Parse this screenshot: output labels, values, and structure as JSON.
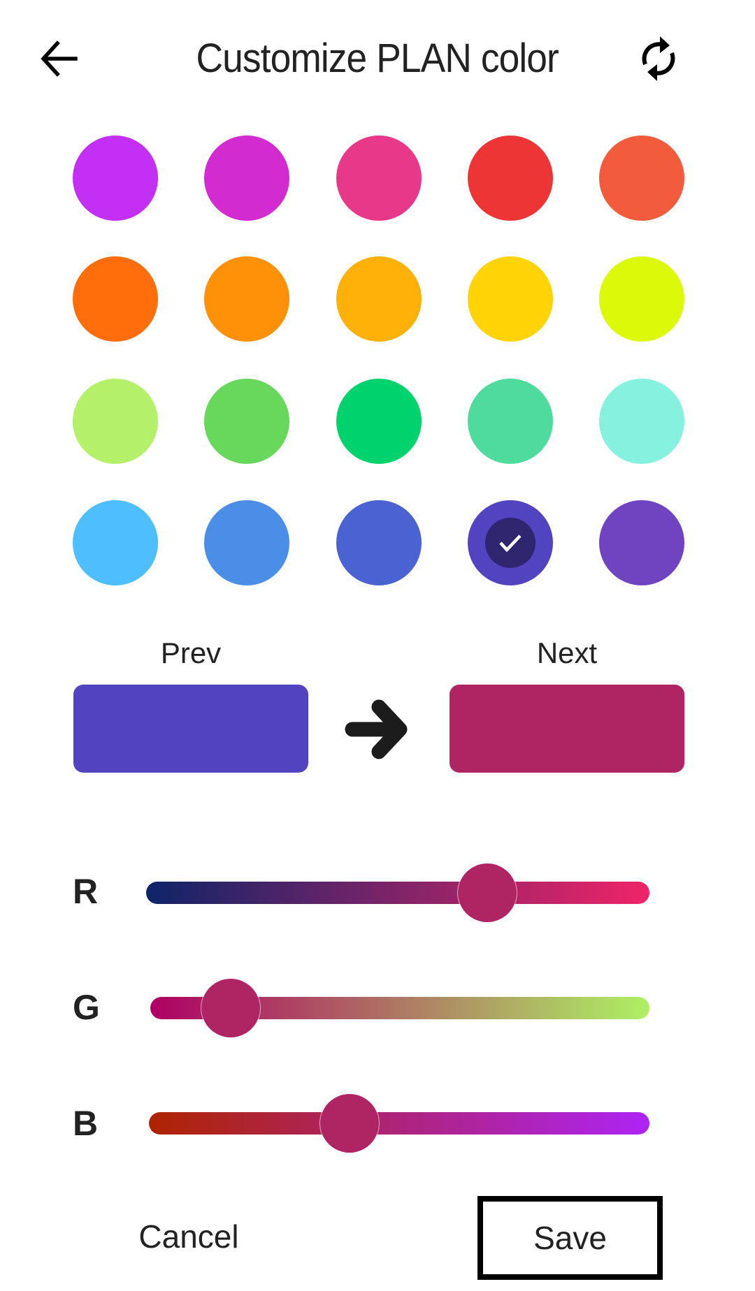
{
  "header": {
    "title": "Customize PLAN color",
    "back_icon": "arrow-left-icon",
    "refresh_icon": "refresh-icon"
  },
  "palette": {
    "selected_index": 18,
    "rows": [
      [
        "#C42FF5",
        "#D22BD0",
        "#E8388A",
        "#EE3536",
        "#F25B3C"
      ],
      [
        "#FF6E0A",
        "#FE9108",
        "#FFB10A",
        "#FFD305",
        "#DCF90A"
      ],
      [
        "#B4F06A",
        "#68D85C",
        "#00D36E",
        "#4FDA9E",
        "#86F1DF"
      ],
      [
        "#4EBEFF",
        "#4A8EE8",
        "#4A62D2",
        "#5243C0",
        "#7044C0"
      ]
    ]
  },
  "preview": {
    "prev_label": "Prev",
    "next_label": "Next",
    "prev_color": "#5243C0",
    "next_color": "#AF2564",
    "arrow_icon": "arrow-right-icon"
  },
  "sliders": [
    {
      "label": "R",
      "value": 175,
      "max": 255,
      "gradient_start": "#0F2468",
      "gradient_end": "#F02468"
    },
    {
      "label": "G",
      "value": 37,
      "max": 255,
      "gradient_start": "#AE0064",
      "gradient_end": "#AEF064"
    },
    {
      "label": "B",
      "value": 101,
      "max": 255,
      "gradient_start": "#AE2400",
      "gradient_end": "#AE24F5"
    }
  ],
  "actions": {
    "cancel_label": "Cancel",
    "save_label": "Save"
  },
  "colors": {
    "thumb": "#AF2564",
    "selected_inner": "#30256F",
    "text": "#222222"
  }
}
